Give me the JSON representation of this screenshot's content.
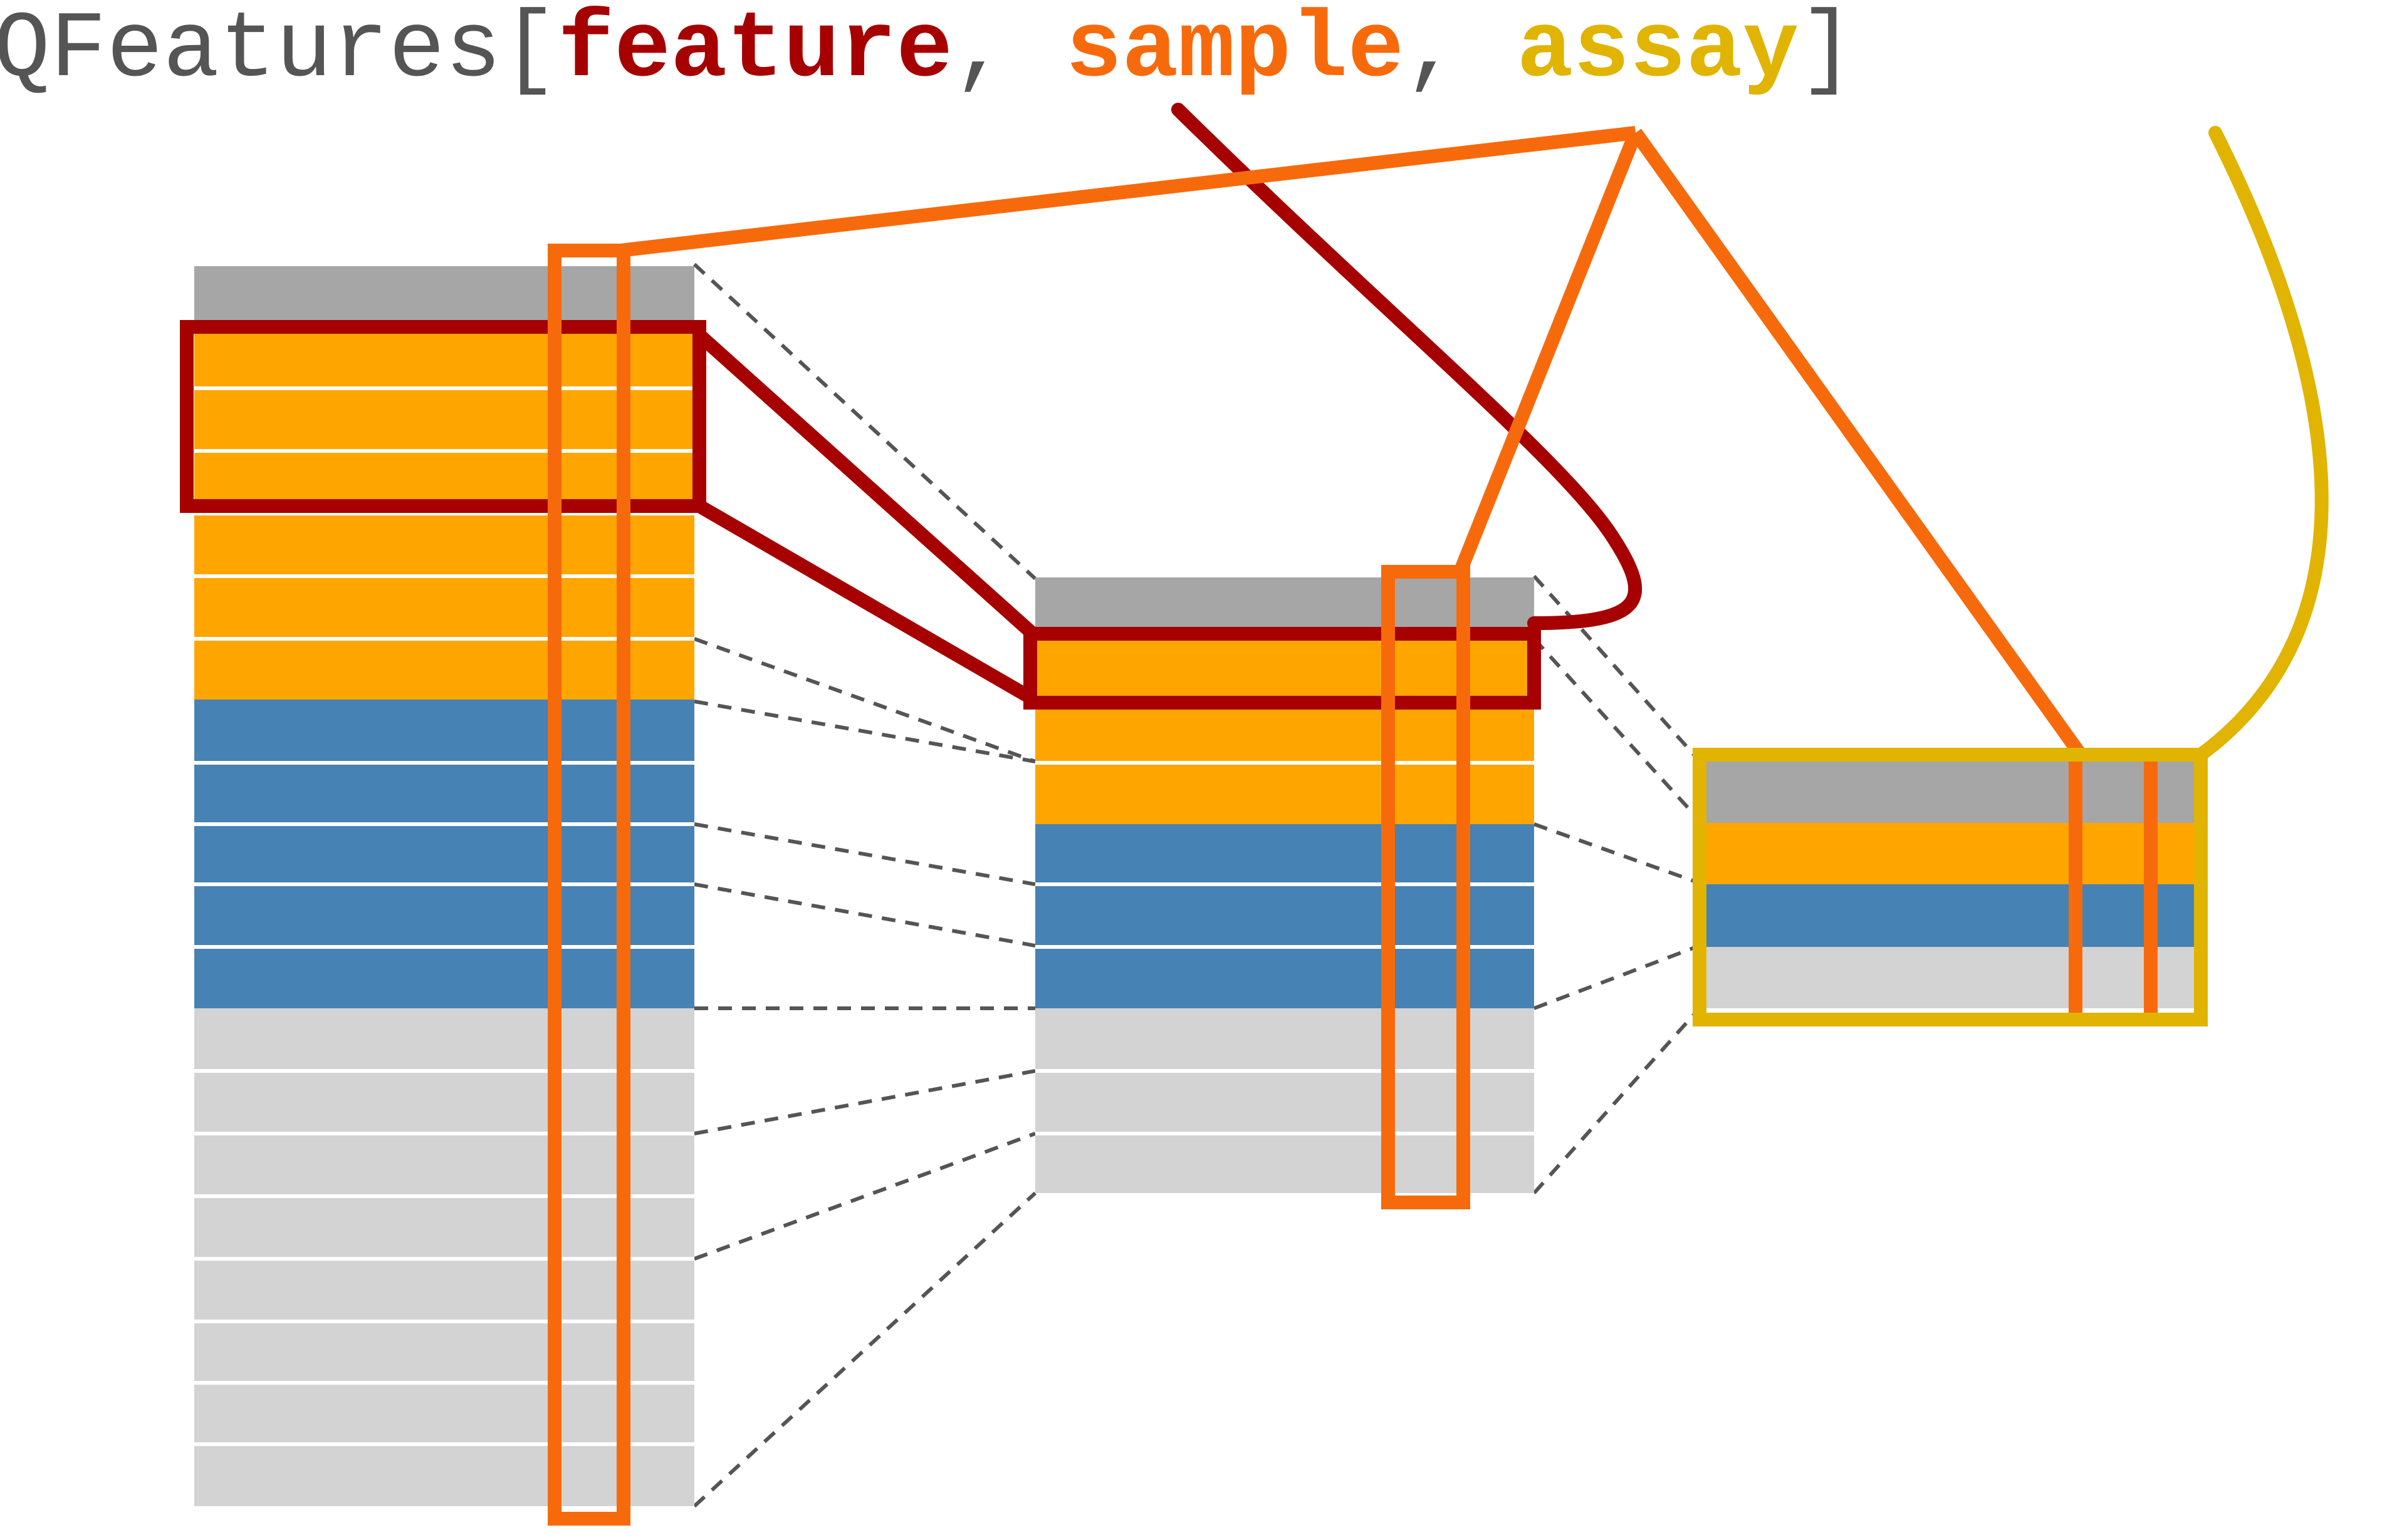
{
  "title": {
    "prefix": "QFeatures",
    "open_bracket": "[",
    "feature": "feature",
    "sep1": ", ",
    "sample": "sample",
    "sep2": ", ",
    "assay": "assay",
    "close_bracket": "]"
  },
  "colors": {
    "text_gray": "#555555",
    "feature": "#a60000",
    "sample": "#f76a0c",
    "assay": "#e0b400",
    "header_gray": "#a6a6a6",
    "orange_row": "#ffa500",
    "blue_row": "#4682b4",
    "light_row": "#d3d3d3",
    "dashed_line": "#555555"
  },
  "assays": [
    {
      "rows": [
        "header",
        "orange",
        "orange",
        "orange",
        "orange",
        "orange",
        "orange",
        "blue",
        "blue",
        "blue",
        "blue",
        "blue",
        "light",
        "light",
        "light",
        "light",
        "light",
        "light",
        "light",
        "light"
      ]
    },
    {
      "rows": [
        "header",
        "orange",
        "orange",
        "orange",
        "blue",
        "blue",
        "blue",
        "light",
        "light",
        "light"
      ]
    },
    {
      "rows": [
        "header",
        "orange",
        "blue",
        "light"
      ]
    }
  ]
}
